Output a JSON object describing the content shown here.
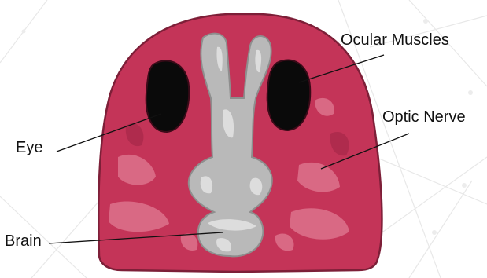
{
  "labels": {
    "ocular_muscles": "Ocular Muscles",
    "optic_nerve": "Optic Nerve",
    "eye": "Eye",
    "brain": "Brain"
  },
  "colors": {
    "head_tissue": "#c43458",
    "head_highlight": "#e07b93",
    "head_outline": "#7d1f38",
    "eye": "#0a0a0a",
    "brain": "#b9b9b9",
    "brain_highlight": "#e2e2e2",
    "leader_line": "#111111",
    "background_network": "#e6e6e6"
  }
}
